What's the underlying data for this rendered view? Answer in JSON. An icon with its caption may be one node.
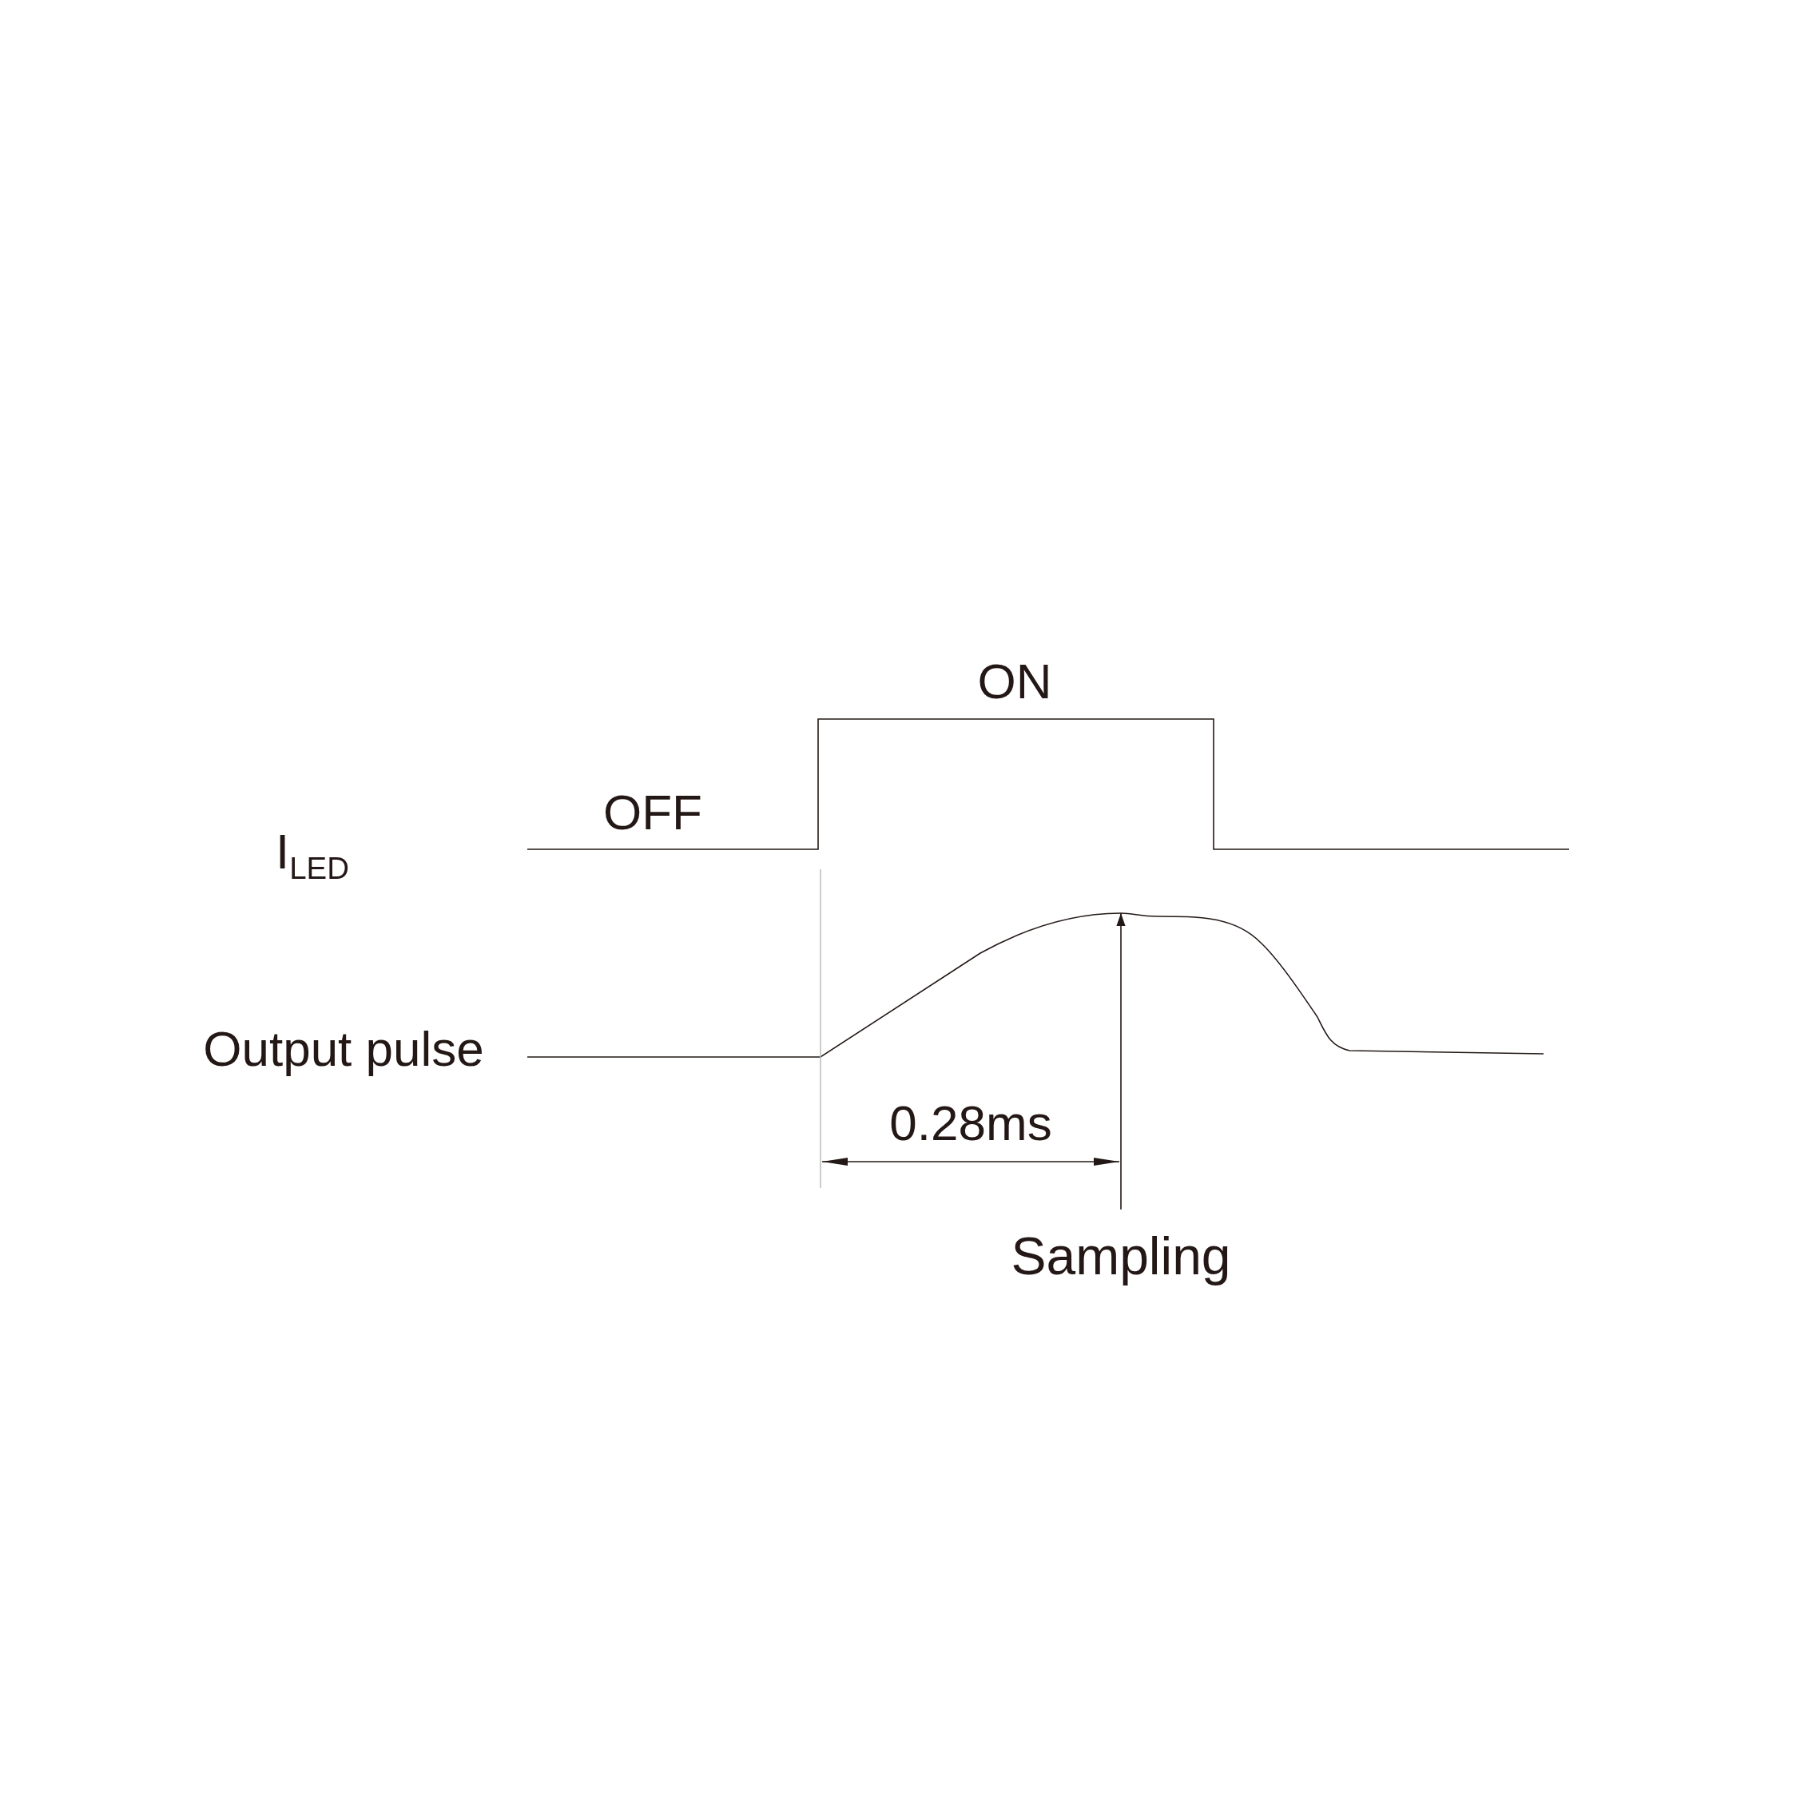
{
  "diagram": {
    "nodes": [
      {
        "text": [
          "Sampling"
        ]
      },
      {
        "text": [],
        "shape": "line"
      }
    ],
    "edges": [
      {
        "from": 0,
        "to": 1,
        "arrow": "to"
      }
    ],
    "labels": [
      "ON",
      "OFF",
      "I$_{LED}$",
      "Output pulse",
      "0.28ms"
    ]
  }
}
